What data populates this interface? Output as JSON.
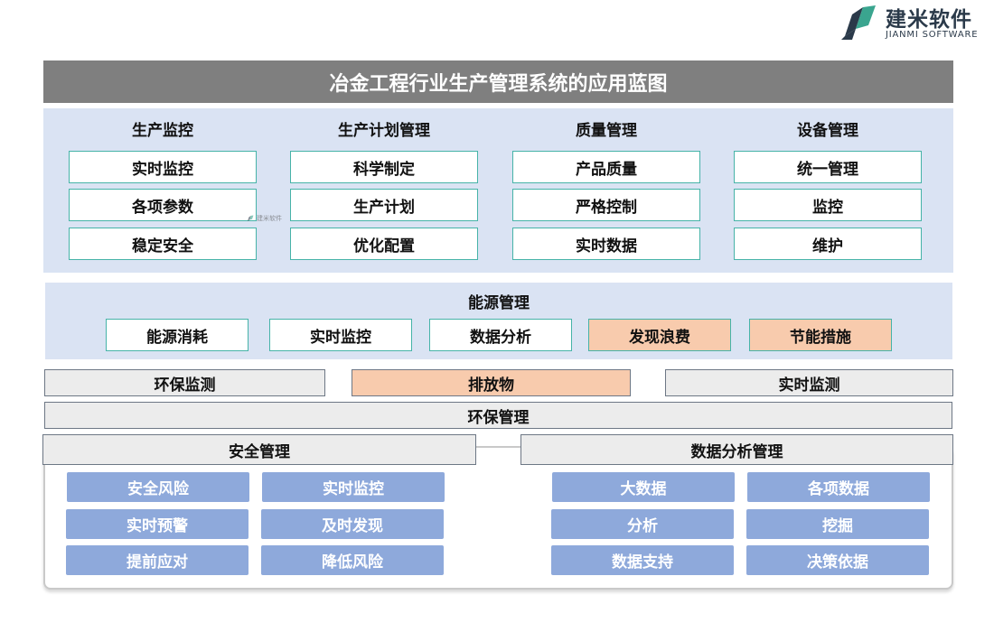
{
  "brand": {
    "name_cn": "建米软件",
    "name_en": "JIANMI SOFTWARE",
    "watermark_text": "建米软件"
  },
  "title": "冶金工程行业生产管理系统的应用蓝图",
  "modules": [
    {
      "heading": "生产监控",
      "items": [
        "实时监控",
        "各项参数",
        "稳定安全"
      ]
    },
    {
      "heading": "生产计划管理",
      "items": [
        "科学制定",
        "生产计划",
        "优化配置"
      ]
    },
    {
      "heading": "质量管理",
      "items": [
        "产品质量",
        "严格控制",
        "实时数据"
      ]
    },
    {
      "heading": "设备管理",
      "items": [
        "统一管理",
        "监控",
        "维护"
      ]
    }
  ],
  "energy": {
    "heading": "能源管理",
    "items": [
      "能源消耗",
      "实时监控",
      "数据分析",
      "发现浪费",
      "节能措施"
    ]
  },
  "environment": {
    "items": [
      "环保监测",
      "排放物",
      "实时监测"
    ],
    "heading": "环保管理"
  },
  "safety": {
    "heading": "安全管理",
    "items": [
      "安全风险",
      "实时监控",
      "实时预警",
      "及时发现",
      "提前应对",
      "降低风险"
    ]
  },
  "data_analysis": {
    "heading": "数据分析管理",
    "items": [
      "大数据",
      "各项数据",
      "分析",
      "挖掘",
      "数据支持",
      "决策依据"
    ]
  },
  "colors": {
    "title_bg": "#7f7f7f",
    "panel_bg": "#dae3f3",
    "box_border": "#46b3a8",
    "highlight": "#f8cbad",
    "gray_box": "#ececec",
    "blue_box": "#8ea9db"
  }
}
